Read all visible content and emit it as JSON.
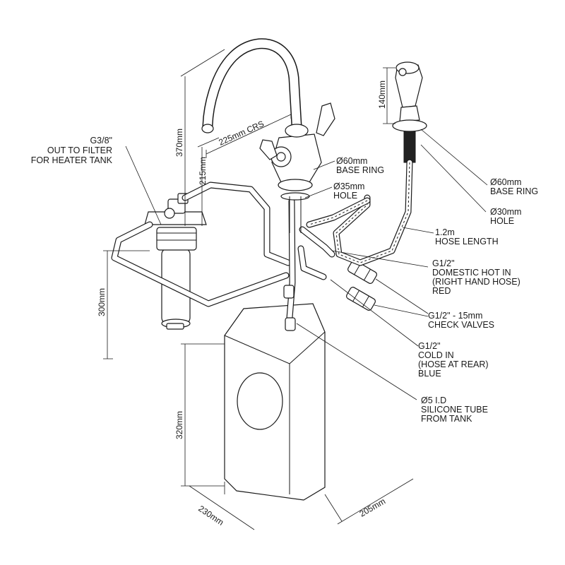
{
  "labels": {
    "filter_fitting": [
      "G3/8\"",
      "OUT TO FILTER",
      "FOR HEATER TANK"
    ],
    "base_ring_tap": [
      "Ø60mm",
      "BASE RING"
    ],
    "hole_tap": [
      "Ø35mm",
      "HOLE"
    ],
    "base_ring_spray": [
      "Ø60mm",
      "BASE RING"
    ],
    "hole_spray": [
      "Ø30mm",
      "HOLE"
    ],
    "hose_length": [
      "1.2m",
      "HOSE LENGTH"
    ],
    "hot_in": [
      "G1/2\"",
      "DOMESTIC HOT IN",
      "(RIGHT HAND HOSE)",
      "RED"
    ],
    "check_valves": [
      "G1/2\"  - 15mm",
      "CHECK VALVES"
    ],
    "cold_in": [
      "G1/2\"",
      "COLD IN",
      "(HOSE AT REAR)",
      "BLUE"
    ],
    "silicone_tube": [
      "Ø5 I.D",
      "SILICONE TUBE",
      "FROM TANK"
    ]
  },
  "dimensions": {
    "crs": "225mm CRS",
    "height_total": "370mm",
    "height_spout": "215mm",
    "spray_height": "140mm",
    "filter_height": "300mm",
    "tank_height": "320mm",
    "tank_width": "230mm",
    "tank_depth": "205mm"
  }
}
